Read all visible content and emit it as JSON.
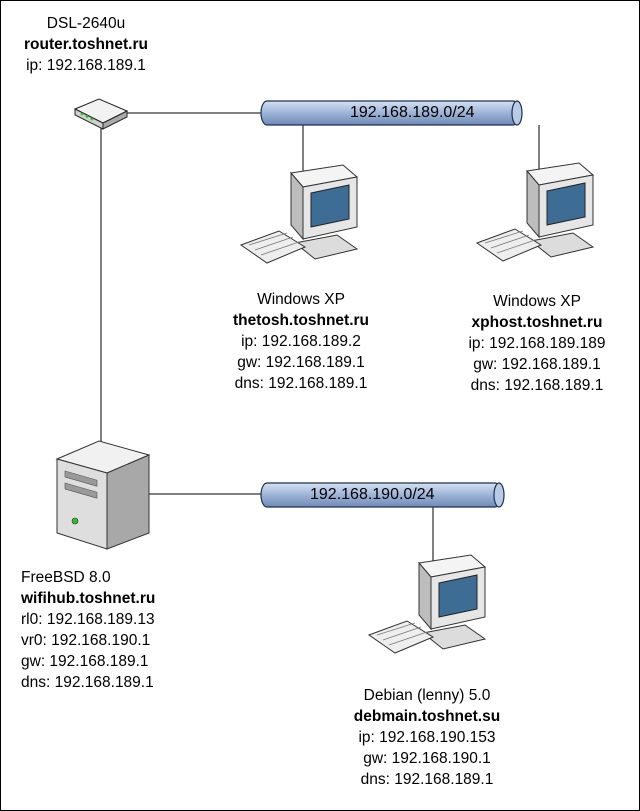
{
  "router": {
    "model": "DSL-2640u",
    "hostname": "router.toshnet.ru",
    "ip": "ip: 192.168.189.1"
  },
  "bus1": {
    "label": "192.168.189.0/24"
  },
  "bus2": {
    "label": "192.168.190.0/24"
  },
  "thetosh": {
    "os": "Windows XP",
    "hostname": "thetosh.toshnet.ru",
    "ip": "ip: 192.168.189.2",
    "gw": "gw: 192.168.189.1",
    "dns": "dns: 192.168.189.1"
  },
  "xphost": {
    "os": "Windows XP",
    "hostname": "xphost.toshnet.ru",
    "ip": "ip: 192.168.189.189",
    "gw": "gw: 192.168.189.1",
    "dns": "dns: 192.168.189.1"
  },
  "wifihub": {
    "os": "FreeBSD 8.0",
    "hostname": "wifihub.toshnet.ru",
    "rl0": "rl0: 192.168.189.13",
    "vr0": "vr0: 192.168.190.1",
    "gw": "gw: 192.168.189.1",
    "dns": "dns: 192.168.189.1"
  },
  "debmain": {
    "os": "Debian (lenny) 5.0",
    "hostname": "debmain.toshnet.su",
    "ip": "ip: 192.168.190.153",
    "gw": "gw: 192.168.190.1",
    "dns": "dns: 192.168.189.1"
  },
  "colors": {
    "bus_fill": "#9db3d6",
    "bus_stroke": "#1f2f55",
    "device_body": "#e8e8e8",
    "screen": "#3d6c95"
  }
}
